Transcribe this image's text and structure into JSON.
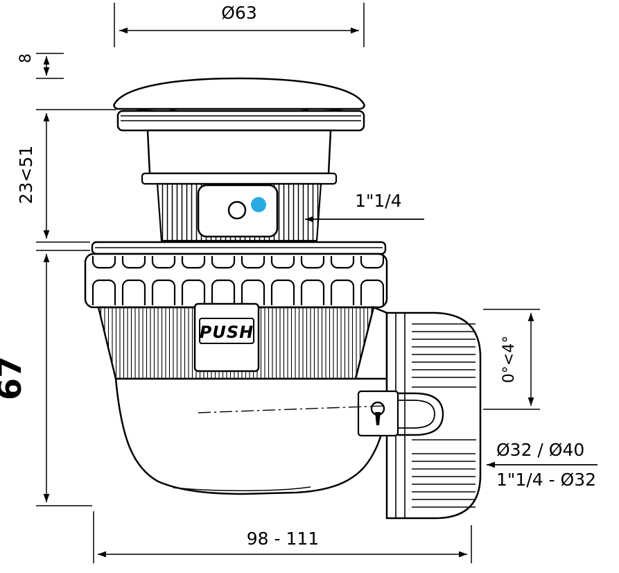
{
  "drawing": {
    "type": "technical-drawing",
    "subject": "Pop-up drain valve with siphon elbow",
    "background": "#ffffff",
    "line_color": "#000000",
    "accent_color": "#29abe2",
    "part_labels": {
      "push_button": "PUSH"
    },
    "dimensions": {
      "top_diameter": "Ø63",
      "cap_height": "8",
      "upper_height_range": "23<51",
      "body_height": "67",
      "inlet_thread": "1\"1/4",
      "tilt_range": "0°<4°",
      "outlet_diameters": "Ø32 / Ø40",
      "outlet_thread": "1\"1/4 - Ø32",
      "overall_width_range": "98 - 111"
    }
  }
}
